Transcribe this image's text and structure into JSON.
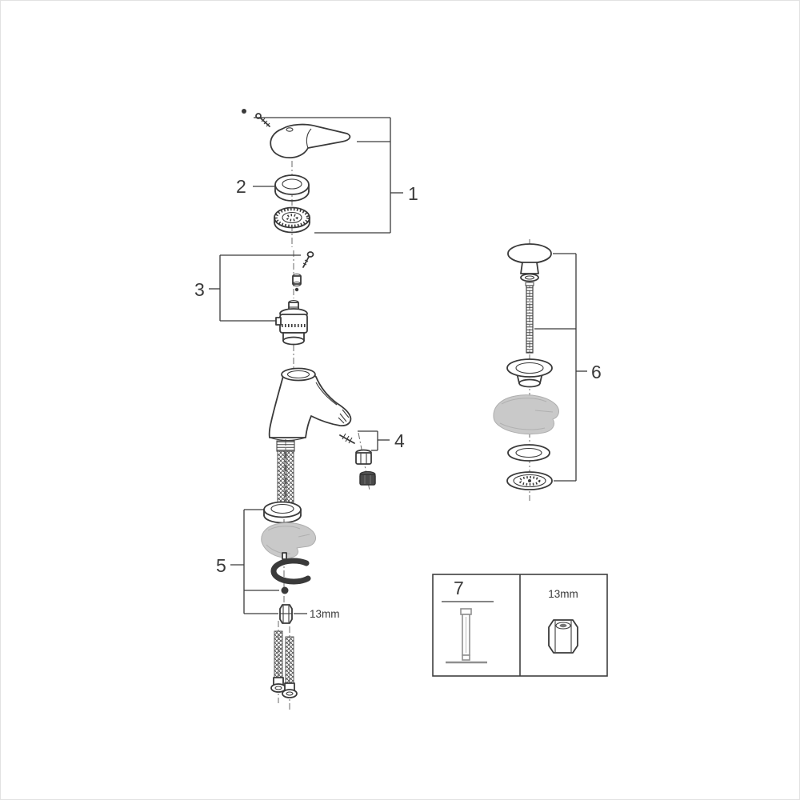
{
  "diagram": {
    "kind": "faucet-exploded-parts-diagram",
    "callouts": {
      "p1": "1",
      "p2": "2",
      "p3": "3",
      "p4": "4",
      "p5": "5",
      "p6": "6",
      "p7": "7"
    },
    "sizes": {
      "hex_nut": "13mm",
      "tool_nut": "13mm"
    },
    "colors": {
      "line": "#3a3a3a",
      "grey_part": "#c9c9c9",
      "background": "#ffffff",
      "frame_border": "#e2e2e2"
    }
  }
}
